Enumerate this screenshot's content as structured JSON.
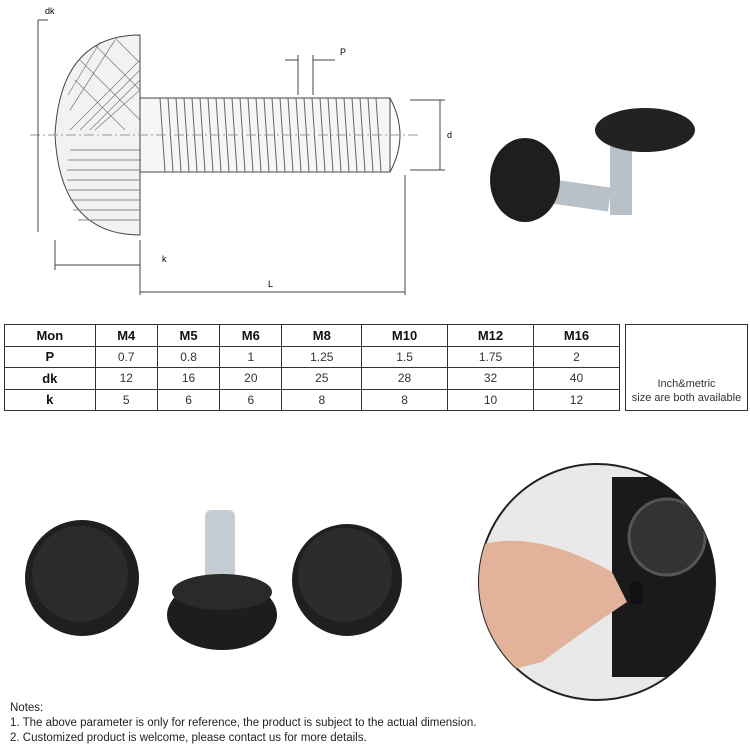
{
  "diagram": {
    "labels": {
      "dk": "dk",
      "p": "P",
      "d": "d",
      "k": "k",
      "l": "L"
    }
  },
  "table": {
    "header": [
      "Mon",
      "M4",
      "M5",
      "M6",
      "M8",
      "M10",
      "M12",
      "M16"
    ],
    "rows": [
      [
        "P",
        "0.7",
        "0.8",
        "1",
        "1.25",
        "1.5",
        "1.75",
        "2"
      ],
      [
        "dk",
        "12",
        "16",
        "20",
        "25",
        "28",
        "32",
        "40"
      ],
      [
        "k",
        "5",
        "6",
        "6",
        "8",
        "8",
        "10",
        "12"
      ]
    ]
  },
  "side_note": {
    "line1": "Inch&metric",
    "line2": "size are both available"
  },
  "notes": {
    "title": "Notes:",
    "items": [
      "1. The above parameter is only for reference, the product is subject to the actual dimension.",
      "2. Customized product is welcome, please contact us for more details."
    ]
  }
}
